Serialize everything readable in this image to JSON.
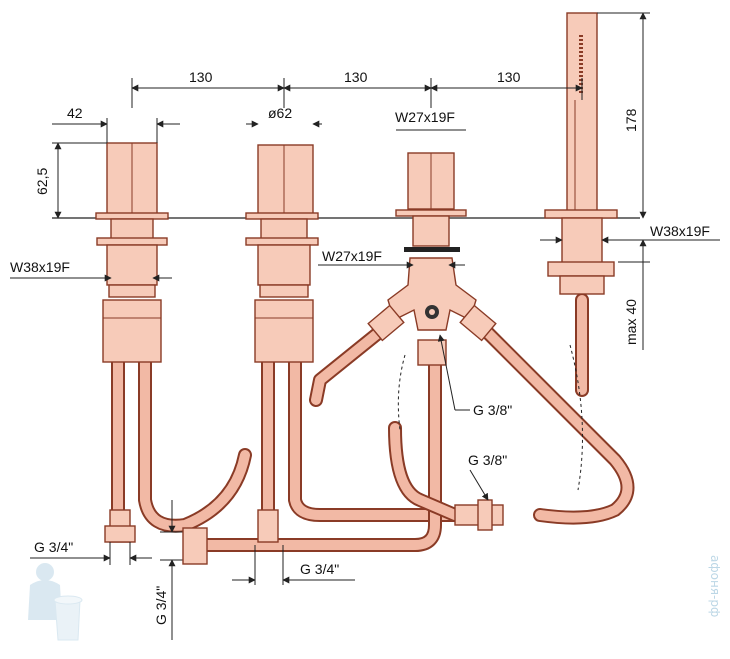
{
  "dimensions": {
    "spacing_1": "130",
    "spacing_2": "130",
    "spacing_3": "130",
    "width_spout": "42",
    "diameter_mixer": "ø62",
    "height_spout": "62,5",
    "hand_shower_height": "178",
    "max_depth": "max 40",
    "thread_w27_top": "W27x19F",
    "thread_w27_side": "W27x19F",
    "thread_w38_left": "W38x19F",
    "thread_w38_right": "W38x19F",
    "g38_upper": "G 3/8\"",
    "g38_lower": "G 3/8\"",
    "g34_left": "G 3/4\"",
    "g34_bottom": "G 3/4\"",
    "g34_vertical": "G 3/4\""
  },
  "watermark": {
    "text": "афоня-рф"
  },
  "colors": {
    "body_fill": "#f7cbb9",
    "outline": "#8a3b26",
    "dimension_lines": "#222222"
  }
}
